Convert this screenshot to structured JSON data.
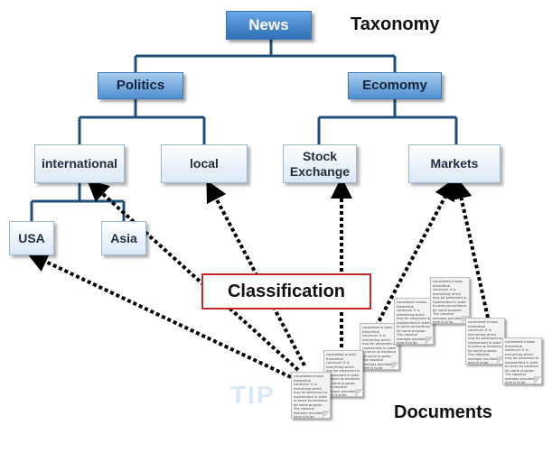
{
  "diagram": {
    "taxonomy_label": "Taxonomy",
    "documents_label": "Documents",
    "classification_label": "Classification",
    "watermark_text": "TIP",
    "nodes": {
      "news": "News",
      "politics": "Politics",
      "economy": "Ecomomy",
      "international": "international",
      "local": "local",
      "stock_exchange": "Stock Exchange",
      "markets": "Markets",
      "usa": "USA",
      "asia": "Asia"
    },
    "document_text": "considered a basic theoretical construct. It is everything which may be preserved or represented in order to serve as evidence for some purpose. The classical example provided here is to be captured, taken to a zoo and made"
  },
  "colors": {
    "tree_line": "#1f4e79",
    "blue_node": "#4f8fcf",
    "arrow": "#000000",
    "classification_border": "#c62828"
  }
}
